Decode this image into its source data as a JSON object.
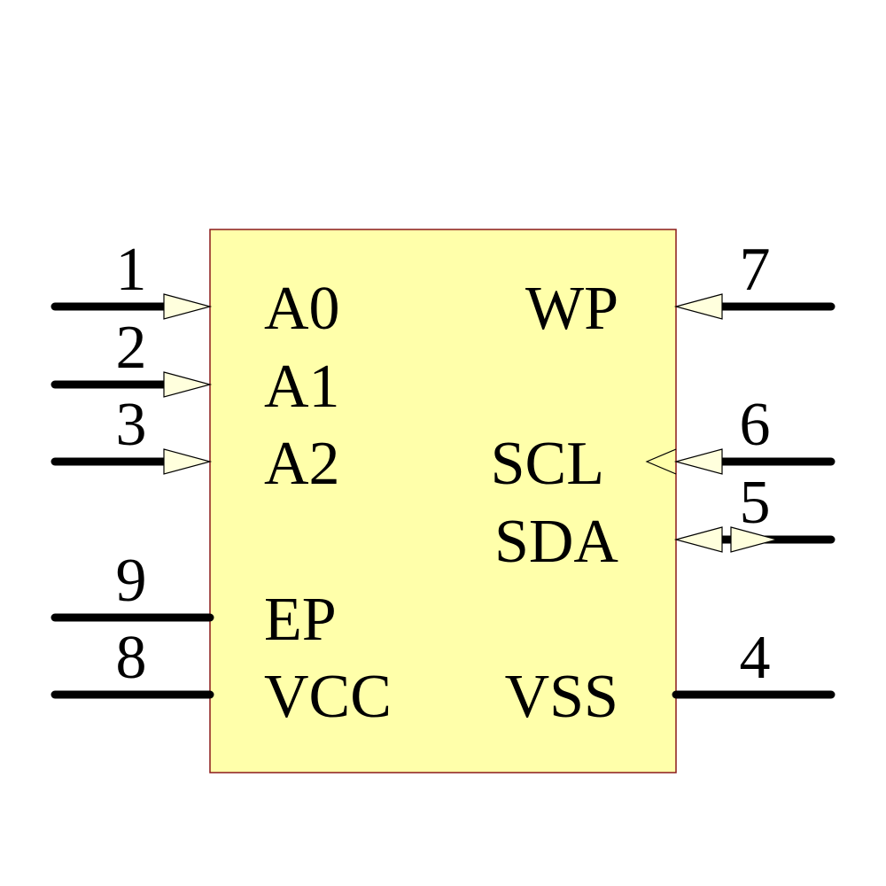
{
  "colors": {
    "body_fill": "#FFFFAA",
    "body_stroke": "#8B1A1A",
    "arrow_fill": "#FFFFDD",
    "wire": "#000000"
  },
  "pins": {
    "p1": {
      "number": "1",
      "name": "A0",
      "side": "left",
      "direction": "input"
    },
    "p2": {
      "number": "2",
      "name": "A1",
      "side": "left",
      "direction": "input"
    },
    "p3": {
      "number": "3",
      "name": "A2",
      "side": "left",
      "direction": "input"
    },
    "p9": {
      "number": "9",
      "name": "EP",
      "side": "left",
      "direction": "passive"
    },
    "p8": {
      "number": "8",
      "name": "VCC",
      "side": "left",
      "direction": "power"
    },
    "p7": {
      "number": "7",
      "name": "WP",
      "side": "right",
      "direction": "input"
    },
    "p6": {
      "number": "6",
      "name": "SCL",
      "side": "right",
      "direction": "input",
      "clock": true
    },
    "p5": {
      "number": "5",
      "name": "SDA",
      "side": "right",
      "direction": "bidirectional"
    },
    "p4": {
      "number": "4",
      "name": "VSS",
      "side": "right",
      "direction": "power"
    }
  }
}
